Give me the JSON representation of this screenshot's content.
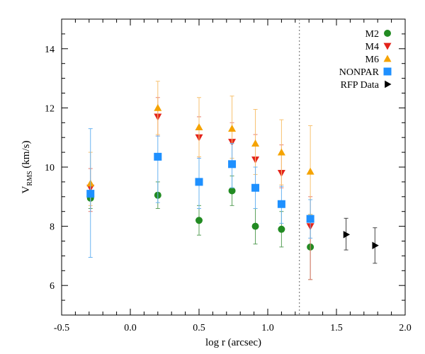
{
  "chart_data": {
    "type": "scatter",
    "title": "",
    "xlabel": "log r (arcsec)",
    "ylabel": {
      "main": "V",
      "sub": "RMS",
      "rest": " (km/s)"
    },
    "xlim": [
      -0.5,
      2.0
    ],
    "ylim": [
      5.0,
      15.0
    ],
    "x_ticks": [
      -0.5,
      0.0,
      0.5,
      1.0,
      1.5,
      2.0
    ],
    "x_tick_labels": [
      "-0.5",
      "0.0",
      "0.5",
      "1.0",
      "1.5",
      "2.0"
    ],
    "y_ticks": [
      6,
      8,
      10,
      12,
      14
    ],
    "y_tick_labels": [
      "6",
      "8",
      "10",
      "12",
      "14"
    ],
    "grid": false,
    "legend_position": "top-right",
    "vertical_reference_line": {
      "x": 1.23,
      "style": "dotted"
    },
    "series": [
      {
        "name": "M2",
        "marker": "circle",
        "color": "#228b22",
        "errcolor": "#5aa05a",
        "points": [
          {
            "x": -0.29,
            "y": 8.95,
            "lo": 8.6,
            "hi": 9.35
          },
          {
            "x": 0.2,
            "y": 9.05,
            "lo": 8.6,
            "hi": 9.5
          },
          {
            "x": 0.5,
            "y": 8.2,
            "lo": 7.7,
            "hi": 8.7
          },
          {
            "x": 0.74,
            "y": 9.2,
            "lo": 8.7,
            "hi": 9.7
          },
          {
            "x": 0.91,
            "y": 8.0,
            "lo": 7.4,
            "hi": 8.6
          },
          {
            "x": 1.1,
            "y": 7.9,
            "lo": 7.3,
            "hi": 8.5
          },
          {
            "x": 1.31,
            "y": 7.3,
            "lo": 6.2,
            "hi": 8.4
          }
        ]
      },
      {
        "name": "M4",
        "marker": "triangle-down",
        "color": "#e3231a",
        "errcolor": "#e87b70",
        "points": [
          {
            "x": -0.29,
            "y": 9.3,
            "lo": 8.5,
            "hi": 9.95
          },
          {
            "x": 0.2,
            "y": 11.7,
            "lo": 11.05,
            "hi": 12.35
          },
          {
            "x": 0.5,
            "y": 11.0,
            "lo": 10.3,
            "hi": 11.7
          },
          {
            "x": 0.74,
            "y": 10.85,
            "lo": 10.2,
            "hi": 11.5
          },
          {
            "x": 0.91,
            "y": 10.25,
            "lo": 9.4,
            "hi": 11.1
          },
          {
            "x": 1.1,
            "y": 9.8,
            "lo": 9.3,
            "hi": 10.75
          },
          {
            "x": 1.31,
            "y": 8.0,
            "lo": 6.2,
            "hi": 9.0
          }
        ]
      },
      {
        "name": "M6",
        "marker": "triangle-up",
        "color": "#f5a300",
        "errcolor": "#f7c270",
        "points": [
          {
            "x": -0.29,
            "y": 9.45,
            "lo": 8.7,
            "hi": 10.5
          },
          {
            "x": 0.2,
            "y": 12.0,
            "lo": 11.1,
            "hi": 12.9
          },
          {
            "x": 0.5,
            "y": 11.35,
            "lo": 10.35,
            "hi": 12.35
          },
          {
            "x": 0.74,
            "y": 11.3,
            "lo": 10.3,
            "hi": 12.4
          },
          {
            "x": 0.91,
            "y": 10.8,
            "lo": 9.75,
            "hi": 11.95
          },
          {
            "x": 1.1,
            "y": 10.5,
            "lo": 9.4,
            "hi": 11.6
          },
          {
            "x": 1.31,
            "y": 9.85,
            "lo": 8.4,
            "hi": 11.4
          }
        ]
      },
      {
        "name": "NONPAR",
        "marker": "square",
        "color": "#1e90ff",
        "errcolor": "#6ab4f2",
        "points": [
          {
            "x": -0.29,
            "y": 9.1,
            "lo": 6.95,
            "hi": 11.3
          },
          {
            "x": 0.2,
            "y": 10.35,
            "lo": 8.8,
            "hi": 11.05
          },
          {
            "x": 0.5,
            "y": 9.5,
            "lo": 8.6,
            "hi": 10.3
          },
          {
            "x": 0.74,
            "y": 10.1,
            "lo": 9.3,
            "hi": 10.8
          },
          {
            "x": 0.91,
            "y": 9.3,
            "lo": 8.6,
            "hi": 10.0
          },
          {
            "x": 1.1,
            "y": 8.75,
            "lo": 8.1,
            "hi": 9.35
          },
          {
            "x": 1.31,
            "y": 8.25,
            "lo": 7.6,
            "hi": 8.9
          }
        ]
      },
      {
        "name": "RFP Data",
        "marker": "triangle-right",
        "color": "#000000",
        "errcolor": "#444444",
        "points": [
          {
            "x": 1.57,
            "y": 7.72,
            "lo": 7.2,
            "hi": 8.27
          },
          {
            "x": 1.78,
            "y": 7.35,
            "lo": 6.75,
            "hi": 7.95
          }
        ]
      }
    ]
  }
}
